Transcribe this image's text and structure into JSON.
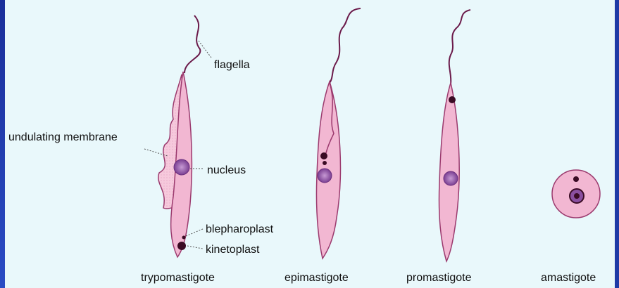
{
  "labels": {
    "flagella": "flagella",
    "undulating_membrane": "undulating membrane",
    "nucleus": "nucleus",
    "blepharoplast": "blepharoplast",
    "kinetoplast": "kinetoplast"
  },
  "stages": [
    {
      "name": "trypomastigote"
    },
    {
      "name": "epimastigote"
    },
    {
      "name": "promastigote"
    },
    {
      "name": "amastigote"
    }
  ],
  "colors": {
    "panel_bg": "#e9f8fb",
    "frame": "#1f3aa8",
    "cell_fill": "#f2b7d2",
    "cell_outline": "#9b3a6e",
    "flagellum": "#6b1a4a",
    "nucleus": "#8a4fa0",
    "kinetoplast": "#3a0b24"
  }
}
